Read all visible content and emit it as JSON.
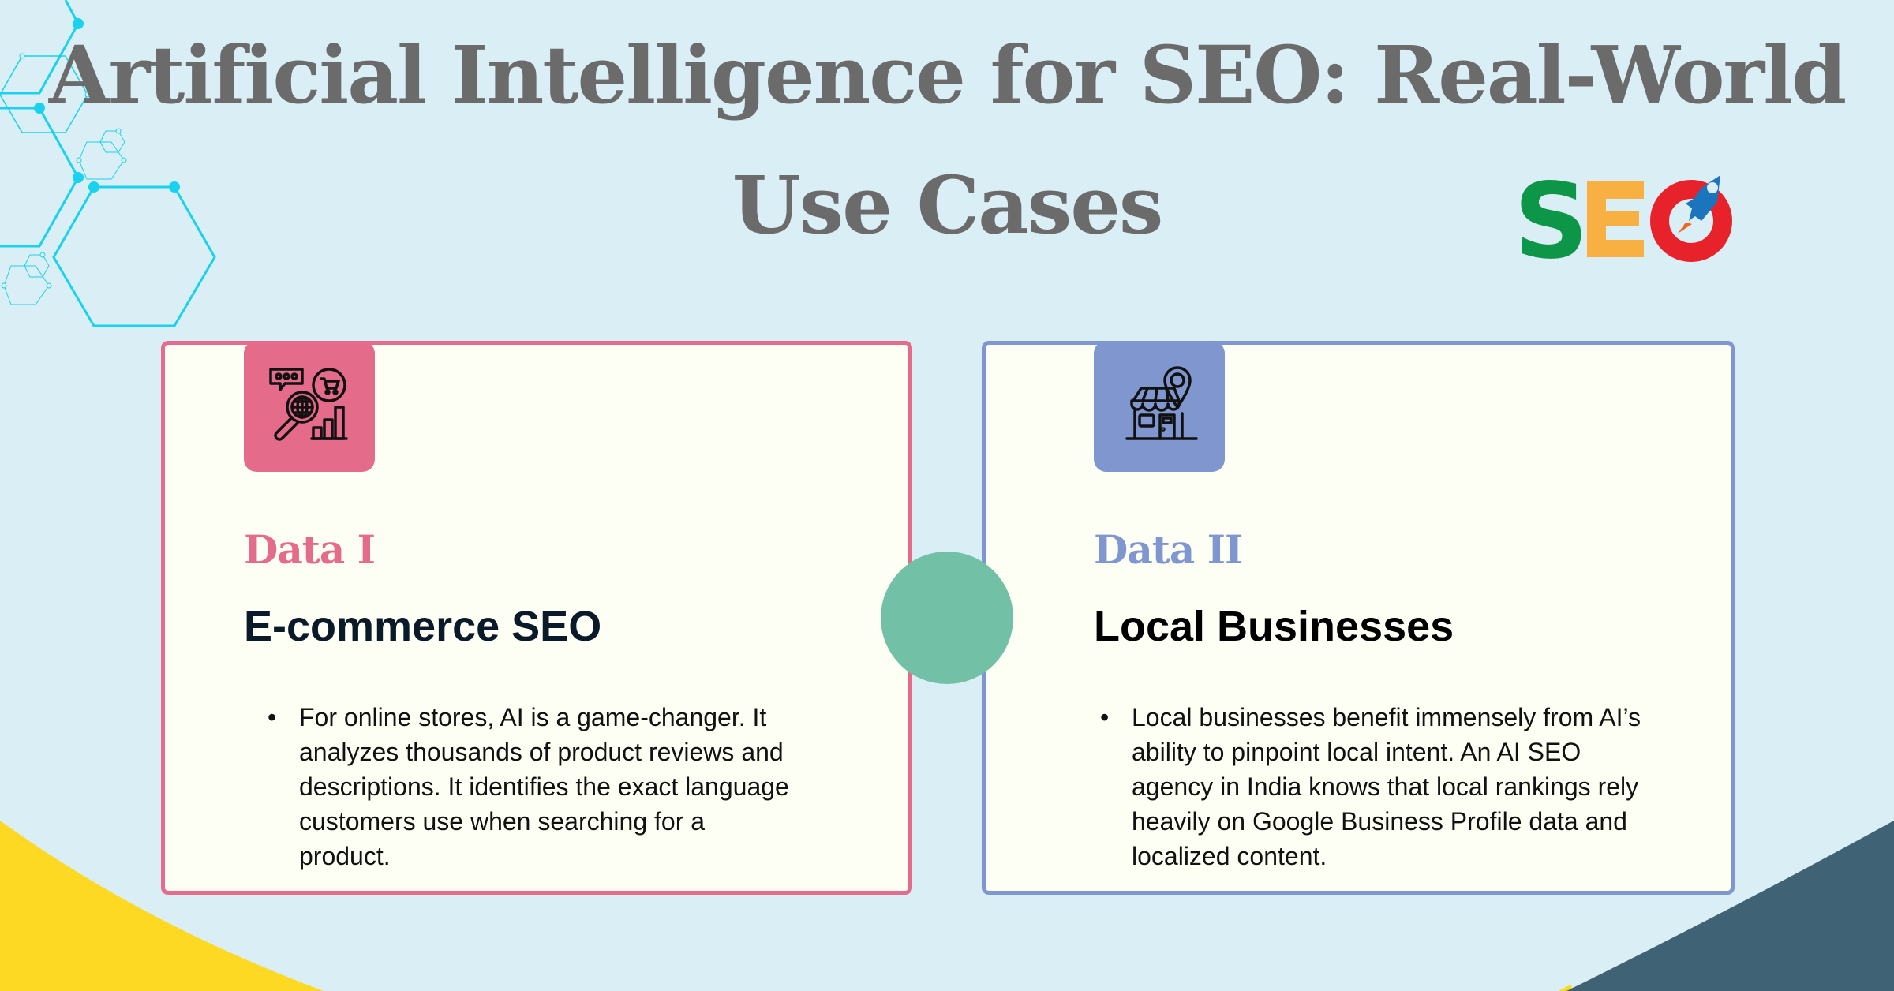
{
  "title": {
    "line1": "Artificial Intelligence for SEO: Real-World",
    "line2": "Use Cases"
  },
  "logo": {
    "letters": [
      "S",
      "E",
      "O"
    ],
    "colors": {
      "S": "#0d9648",
      "E": "#f9b042",
      "O": "#e8222a",
      "rocket": "#1b75bc",
      "flame": "#f26522"
    },
    "icon": "rocket-icon"
  },
  "colors": {
    "background": "#daeef5",
    "title": "#6b6b6b",
    "card_bg": "#fdfff4",
    "card1_accent": "#e56b8a",
    "card2_accent": "#7f96cf",
    "connector": "#72c1a6",
    "corner_left": "#fdd923",
    "corner_right": "#3f6375",
    "hex_lines": "#19d2ed"
  },
  "cards": [
    {
      "icon": "ecommerce-search-analytics-icon",
      "kicker": "Data I",
      "heading": "E-commerce SEO",
      "bullets": [
        "For online stores, AI is a game-changer. It analyzes thousands of product reviews and descriptions. It identifies the exact language customers use when searching for a product."
      ]
    },
    {
      "icon": "local-store-location-icon",
      "kicker": "Data II",
      "heading": "Local Businesses",
      "bullets": [
        "Local businesses benefit immensely from AI’s ability to pinpoint local intent. An AI SEO agency in India knows that local rankings rely heavily on Google Business Profile data and localized content."
      ]
    }
  ],
  "bullet_glyph": "•"
}
